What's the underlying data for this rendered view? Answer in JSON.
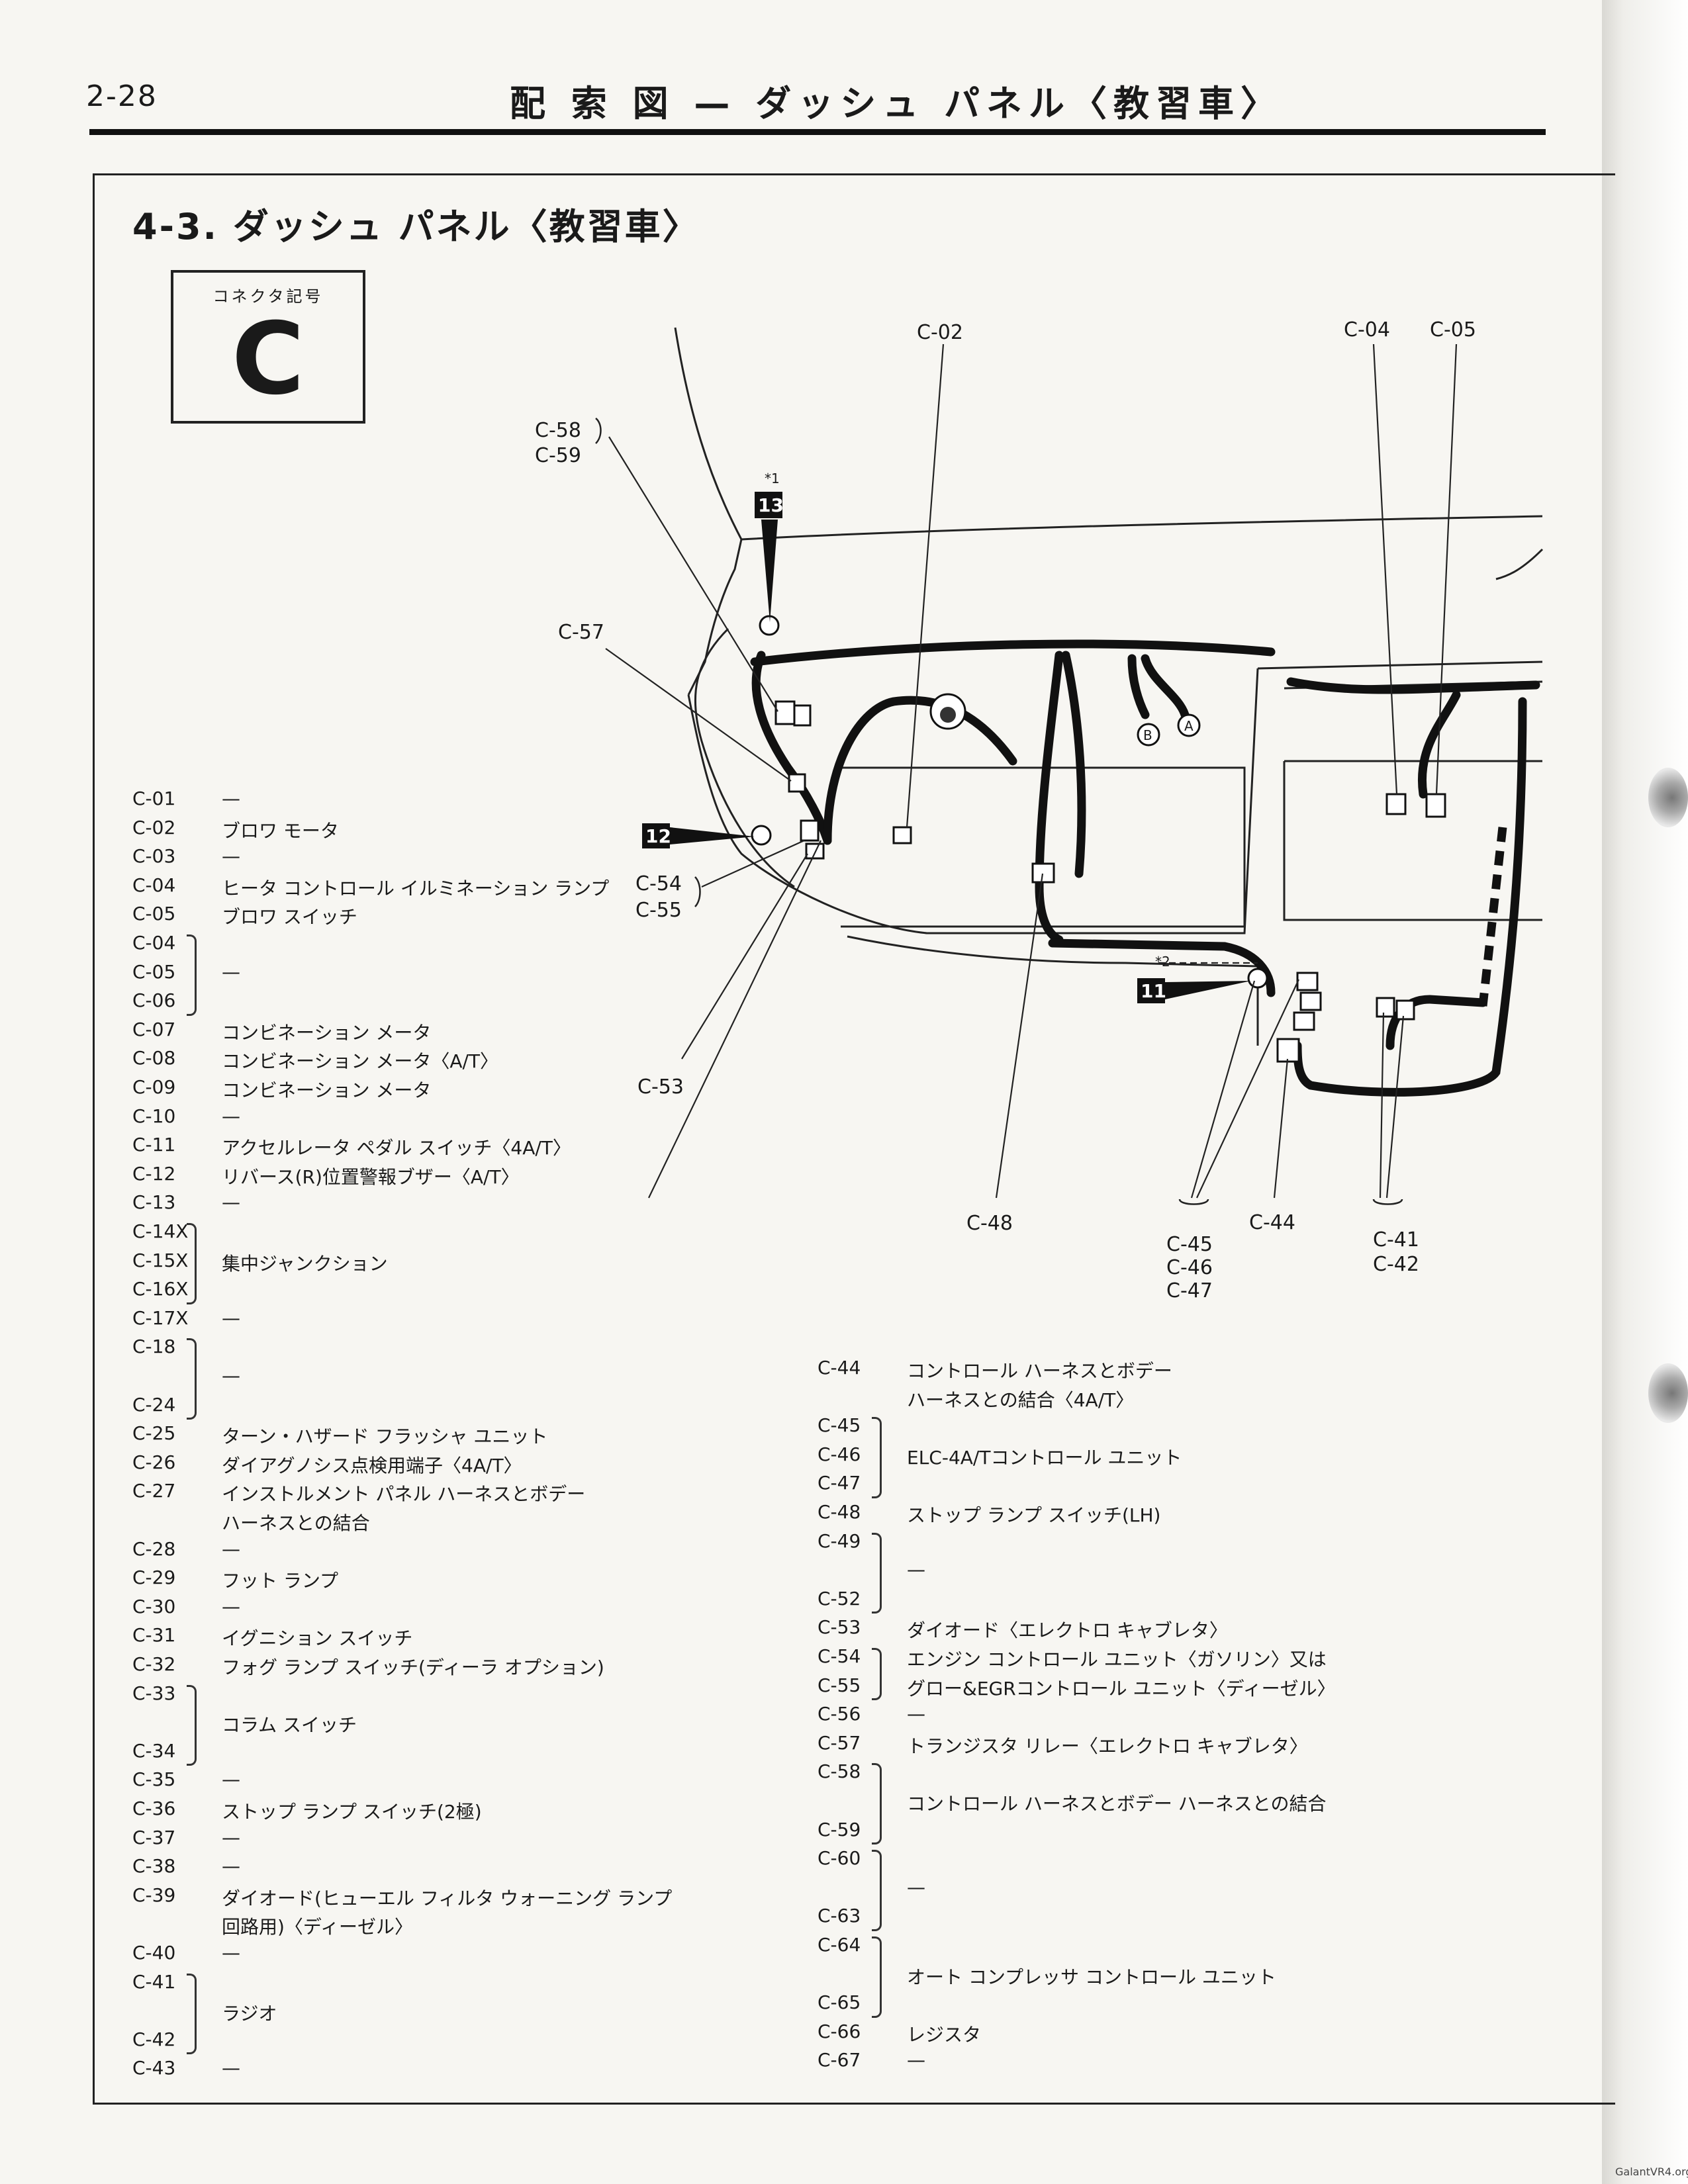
{
  "page_number": "2-28",
  "page_title": "配 索 図 — ダッシュ パネル〈教習車〉",
  "section_title": "4-3. ダッシュ パネル〈教習車〉",
  "connector_symbol": {
    "caption": "コネクタ記号",
    "letter": "C"
  },
  "watermark": "GalantVR4.org",
  "diagram_callouts": {
    "c02": "C-02",
    "c04": "C-04",
    "c05": "C-05",
    "c58_59": [
      "C-58",
      "C-59"
    ],
    "c57": "C-57",
    "c54_55": [
      "C-54",
      "C-55"
    ],
    "c53": "C-53",
    "c48": "C-48",
    "c45_47": [
      "C-45",
      "C-46",
      "C-47"
    ],
    "c44": "C-44",
    "c41_42": [
      "C-41",
      "C-42"
    ],
    "tag13": "13",
    "tag12": "12",
    "tag11": "11",
    "note1": "*1",
    "note2": "*2",
    "ground_a": "A",
    "ground_b": "B"
  },
  "list_left": [
    {
      "code": "C-01",
      "desc": "—"
    },
    {
      "code": "C-02",
      "desc": "ブロワ モータ"
    },
    {
      "code": "C-03",
      "desc": "—"
    },
    {
      "code": "C-04",
      "desc": "ヒータ コントロール イルミネーション ランプ"
    },
    {
      "code": "C-05",
      "desc": "ブロワ スイッチ"
    },
    {
      "code": "C-04",
      "desc": ""
    },
    {
      "code": "C-05",
      "desc": "—"
    },
    {
      "code": "C-06",
      "desc": ""
    },
    {
      "code": "C-07",
      "desc": "コンビネーション メータ"
    },
    {
      "code": "C-08",
      "desc": "コンビネーション メータ〈A/T〉"
    },
    {
      "code": "C-09",
      "desc": "コンビネーション メータ"
    },
    {
      "code": "C-10",
      "desc": "—"
    },
    {
      "code": "C-11",
      "desc": "アクセルレータ ペダル スイッチ〈4A/T〉"
    },
    {
      "code": "C-12",
      "desc": "リバース(R)位置警報ブザー〈A/T〉"
    },
    {
      "code": "C-13",
      "desc": "—"
    },
    {
      "code": "C-14X",
      "desc": ""
    },
    {
      "code": "C-15X",
      "desc": "集中ジャンクション"
    },
    {
      "code": "C-16X",
      "desc": ""
    },
    {
      "code": "C-17X",
      "desc": "—"
    },
    {
      "code": "C-18",
      "desc": ""
    },
    {
      "code": "",
      "desc": "—"
    },
    {
      "code": "C-24",
      "desc": ""
    },
    {
      "code": "C-25",
      "desc": "ターン・ハザード フラッシャ ユニット"
    },
    {
      "code": "C-26",
      "desc": "ダイアグノシス点検用端子〈4A/T〉"
    },
    {
      "code": "C-27",
      "desc": "インストルメント パネル ハーネスとボデー"
    },
    {
      "code": "",
      "desc": "ハーネスとの結合"
    },
    {
      "code": "C-28",
      "desc": "—"
    },
    {
      "code": "C-29",
      "desc": "フット ランプ"
    },
    {
      "code": "C-30",
      "desc": "—"
    },
    {
      "code": "C-31",
      "desc": "イグニション スイッチ"
    },
    {
      "code": "C-32",
      "desc": "フォグ ランプ スイッチ(ディーラ オプション)"
    },
    {
      "code": "C-33",
      "desc": ""
    },
    {
      "code": "",
      "desc": "コラム スイッチ"
    },
    {
      "code": "C-34",
      "desc": ""
    },
    {
      "code": "C-35",
      "desc": "—"
    },
    {
      "code": "C-36",
      "desc": "ストップ ランプ スイッチ(2極)"
    },
    {
      "code": "C-37",
      "desc": "—"
    },
    {
      "code": "C-38",
      "desc": "—"
    },
    {
      "code": "C-39",
      "desc": "ダイオード(ヒューエル フィルタ ウォーニング ランプ"
    },
    {
      "code": "",
      "desc": "回路用)〈ディーゼル〉"
    },
    {
      "code": "C-40",
      "desc": "—"
    },
    {
      "code": "C-41",
      "desc": ""
    },
    {
      "code": "",
      "desc": "ラジオ"
    },
    {
      "code": "C-42",
      "desc": ""
    },
    {
      "code": "C-43",
      "desc": "—"
    }
  ],
  "list_right": [
    {
      "code": "C-44",
      "desc": "コントロール ハーネスとボデー"
    },
    {
      "code": "",
      "desc": "ハーネスとの結合〈4A/T〉"
    },
    {
      "code": "C-45",
      "desc": ""
    },
    {
      "code": "C-46",
      "desc": "ELC-4A/Tコントロール ユニット"
    },
    {
      "code": "C-47",
      "desc": ""
    },
    {
      "code": "C-48",
      "desc": "ストップ ランプ スイッチ(LH)"
    },
    {
      "code": "C-49",
      "desc": ""
    },
    {
      "code": "",
      "desc": "—"
    },
    {
      "code": "C-52",
      "desc": ""
    },
    {
      "code": "C-53",
      "desc": "ダイオード〈エレクトロ キャブレタ〉"
    },
    {
      "code": "C-54",
      "desc": "エンジン コントロール ユニット〈ガソリン〉又は"
    },
    {
      "code": "C-55",
      "desc": "グロー&EGRコントロール ユニット〈ディーゼル〉"
    },
    {
      "code": "C-56",
      "desc": "—"
    },
    {
      "code": "C-57",
      "desc": "トランジスタ リレー〈エレクトロ キャブレタ〉"
    },
    {
      "code": "C-58",
      "desc": ""
    },
    {
      "code": "",
      "desc": "コントロール ハーネスとボデー ハーネスとの結合"
    },
    {
      "code": "C-59",
      "desc": ""
    },
    {
      "code": "C-60",
      "desc": ""
    },
    {
      "code": "",
      "desc": "—"
    },
    {
      "code": "C-63",
      "desc": ""
    },
    {
      "code": "C-64",
      "desc": ""
    },
    {
      "code": "",
      "desc": "オート コンプレッサ コントロール ユニット"
    },
    {
      "code": "C-65",
      "desc": ""
    },
    {
      "code": "C-66",
      "desc": "レジスタ"
    },
    {
      "code": "C-67",
      "desc": "—"
    }
  ]
}
